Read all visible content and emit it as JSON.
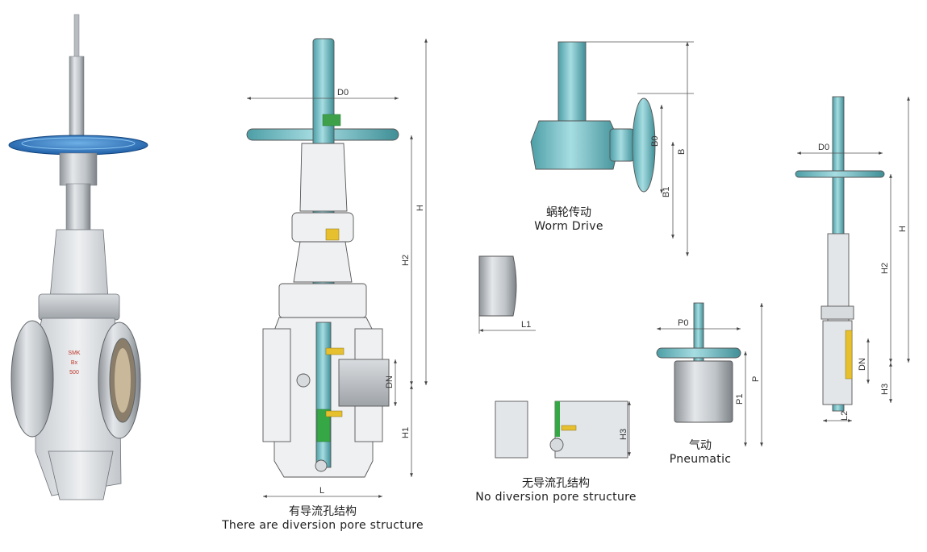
{
  "figure": {
    "photo": {
      "marking": [
        "SMK",
        "Bx",
        "500"
      ]
    },
    "main_section": {
      "caption_zh": "有导流孔结构",
      "caption_en": "There are diversion pore structure",
      "labels": {
        "d0": "D0",
        "h": "H",
        "h2": "H2",
        "dn": "DN",
        "h1": "H1",
        "l": "L"
      }
    },
    "worm_drive": {
      "caption_zh": "蜗轮传动",
      "caption_en": "Worm Drive",
      "labels": {
        "b0": "B0",
        "b": "B",
        "b1": "B1"
      }
    },
    "insert": {
      "labels": {
        "l1": "L1"
      }
    },
    "no_diversion": {
      "caption_zh": "无导流孔结构",
      "caption_en": "No diversion pore structure",
      "labels": {
        "h3": "H3"
      }
    },
    "pneumatic": {
      "caption_zh": "气动",
      "caption_en": "Pneumatic",
      "labels": {
        "p0": "P0",
        "p1": "P1",
        "p": "P"
      }
    },
    "side_view": {
      "labels": {
        "d0": "D0",
        "h": "H",
        "h2": "H2",
        "dn": "DN",
        "h3": "H3",
        "l2": "L2"
      }
    }
  }
}
